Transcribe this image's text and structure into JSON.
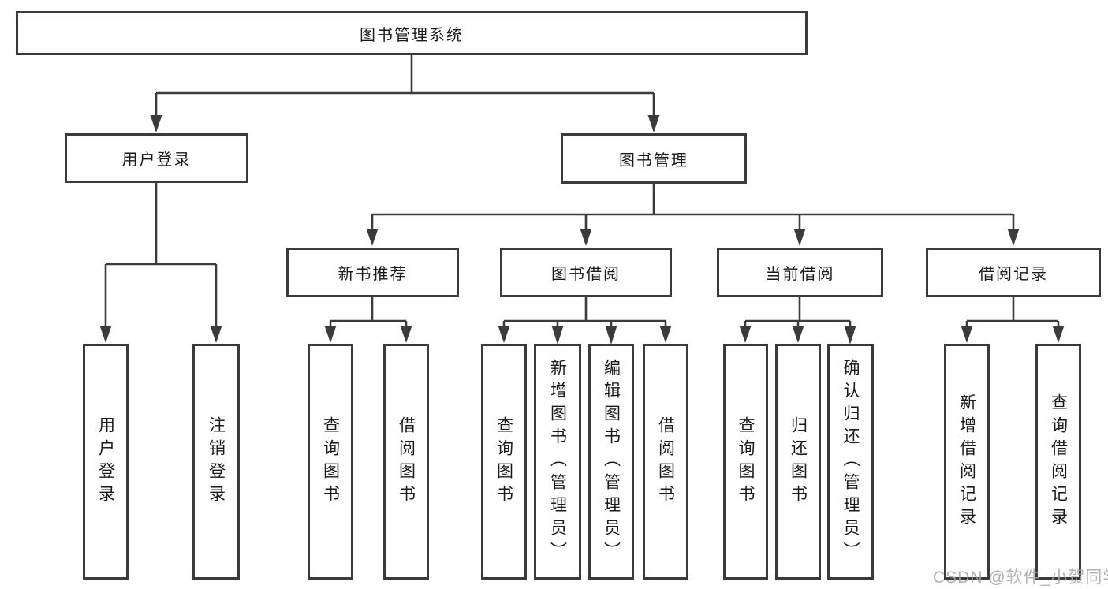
{
  "colors": {
    "background": "#ffffff",
    "line": "#3b3b3b",
    "text": "#1a1a1a",
    "watermark": "#a4a4a4"
  },
  "watermark": "CSDN @软件_小贺同学",
  "nodes": {
    "root": "图书管理系统",
    "level2": [
      "用户登录",
      "图书管理"
    ],
    "level3": [
      "新书推荐",
      "图书借阅",
      "当前借阅",
      "借阅记录"
    ],
    "leaves": [
      "用户登录",
      "注销登录",
      "查询图书",
      "借阅图书",
      "查询图书",
      "新增图书（管理员）",
      "编辑图书（管理员）",
      "借阅图书",
      "查询图书",
      "归还图书",
      "确认归还（管理员）",
      "新增借阅记录",
      "查询借阅记录"
    ]
  },
  "hierarchy": {
    "图书管理系统": {
      "用户登录": [
        "用户登录",
        "注销登录"
      ],
      "图书管理": {
        "新书推荐": [
          "查询图书",
          "借阅图书"
        ],
        "图书借阅": [
          "查询图书",
          "新增图书（管理员）",
          "编辑图书（管理员）",
          "借阅图书"
        ],
        "当前借阅": [
          "查询图书",
          "归还图书",
          "确认归还（管理员）"
        ],
        "借阅记录": [
          "新增借阅记录",
          "查询借阅记录"
        ]
      }
    }
  }
}
